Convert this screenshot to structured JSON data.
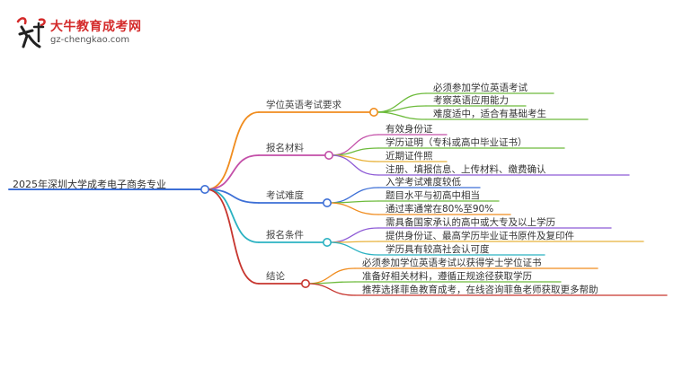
{
  "logo": {
    "title": "大牛教育成考网",
    "url": "gz-chengkao.com"
  },
  "mindmap": {
    "root": "2025年深圳大学成考电子商务专业",
    "branches": [
      {
        "label": "学位英语考试要求",
        "color": "#f08c1e",
        "leaves": [
          "必须参加学位英语考试",
          "考察英语应用能力",
          "难度适中，适合有基础考生"
        ]
      },
      {
        "label": "报名材料",
        "color": "#c34fa8",
        "leaves": [
          "有效身份证",
          "学历证明（专科或高中毕业证书）",
          "近期证件照",
          "注册、填报信息、上传材料、缴费确认"
        ]
      },
      {
        "label": "考试难度",
        "color": "#3d6fd6",
        "leaves": [
          "入学考试难度较低",
          "题目水平与初高中相当",
          "通过率通常在80%至90%"
        ]
      },
      {
        "label": "报名条件",
        "color": "#2bb2c2",
        "leaves": [
          "需具备国家承认的高中或大专及以上学历",
          "提供身份证、最高学历毕业证书原件及复印件",
          "学历具有较高社会认可度"
        ]
      },
      {
        "label": "结论",
        "color": "#c7362f",
        "leaves": [
          "必须参加学位英语考试以获得学士学位证书",
          "准备好相关材料，遵循正规途径获取学历",
          "推荐选择菲鱼教育成考，在线咨询菲鱼老师获取更多帮助"
        ]
      }
    ]
  },
  "colors": {
    "root_line": "#3d6fd6",
    "leaf_lines": [
      [
        "#6dbb3c",
        "#6dbb3c",
        "#6dbb3c"
      ],
      [
        "#c34fa8",
        "#6dbb3c",
        "#e8b23a",
        "#8e5bd6"
      ],
      [
        "#3d6fd6",
        "#6dbb3c",
        "#f08c1e"
      ],
      [
        "#8e5bd6",
        "#e8b23a",
        "#2bb2c2"
      ],
      [
        "#f08c1e",
        "#6dbb3c",
        "#c7362f"
      ]
    ]
  }
}
